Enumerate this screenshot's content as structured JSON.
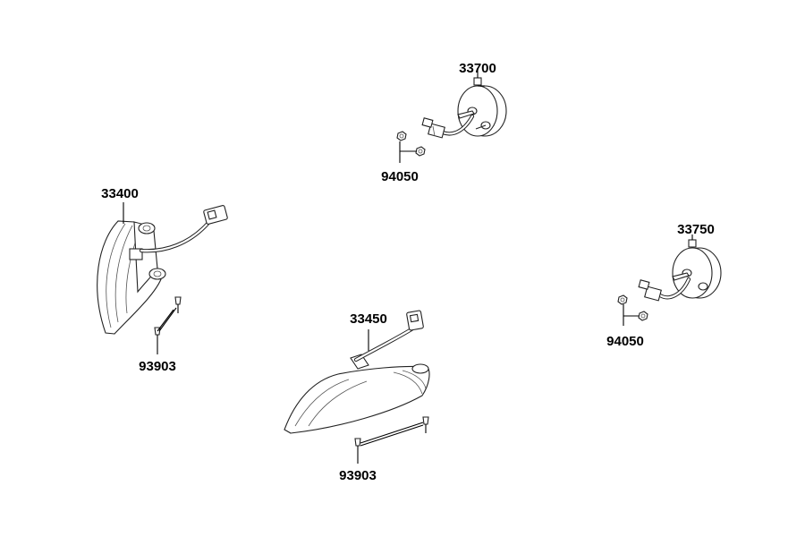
{
  "callouts": {
    "part_33700": "33700",
    "part_94050_top": "94050",
    "part_33400": "33400",
    "part_93903_left": "93903",
    "part_33450": "33450",
    "part_93903_bottom": "93903",
    "part_33750": "33750",
    "part_94050_right": "94050"
  }
}
